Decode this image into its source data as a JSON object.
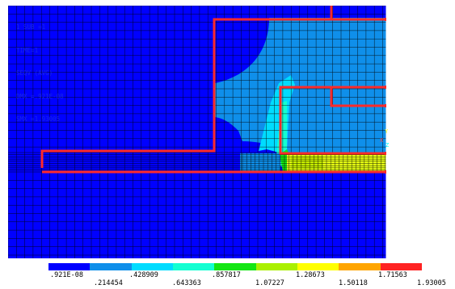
{
  "info_lines": [
    "1 SUB =1",
    "TIME=1",
    "SEQV (AVG)",
    "DMX =.921E-08",
    "SMX =1.93005"
  ],
  "triad": {
    "x_label": "X",
    "y_label": "Y",
    "z_label": "Z"
  },
  "legend": {
    "colors": [
      "#0000ff",
      "#0f8fea",
      "#00dcff",
      "#14ffd2",
      "#14e614",
      "#aaf000",
      "#ffff00",
      "#ffa500",
      "#ff2323"
    ],
    "labels_top": [
      ".921E-08",
      ".428909",
      ".857817",
      "1.28673",
      "1.71563"
    ],
    "labels_bottom": [
      ".214454",
      ".643363",
      "1.07227",
      "1.50118",
      "1.93005"
    ]
  },
  "model_colors": {
    "background": "#0000ff",
    "mesh": "#000000",
    "outline": "#ff2a2a"
  }
}
